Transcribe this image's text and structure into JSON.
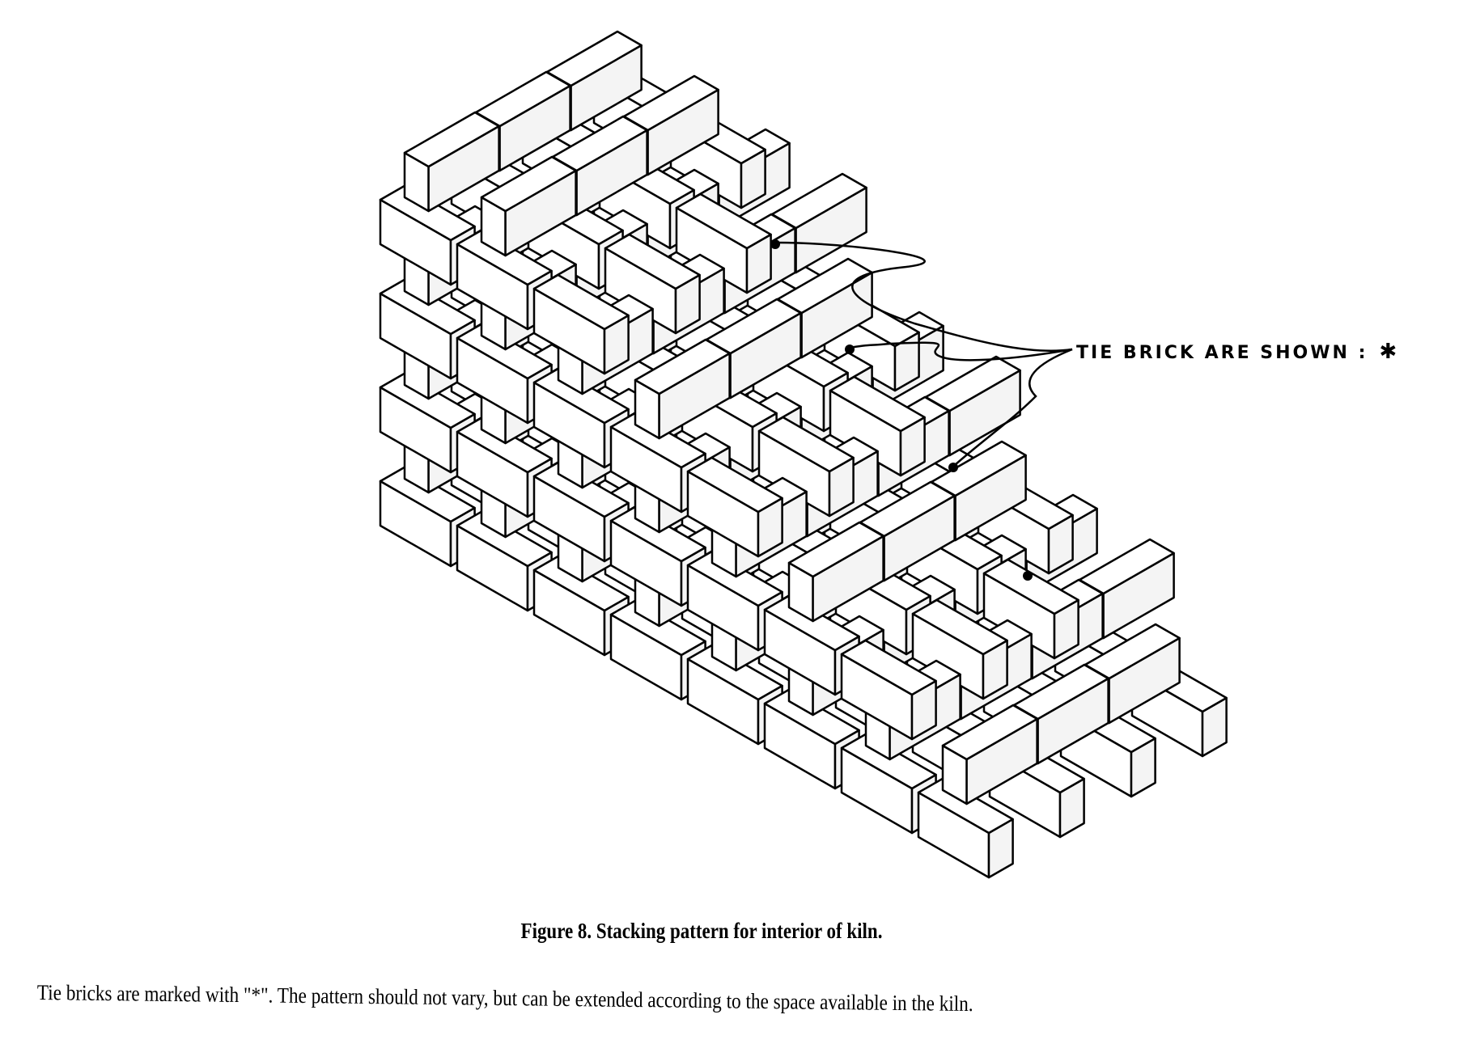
{
  "figure": {
    "annotation_label": "TIE BRICK ARE SHOWN :",
    "annotation_marker": "✱",
    "caption": "Figure 8. Stacking pattern for interior of kiln.",
    "note": "Tie bricks are marked with \"*\". The pattern should not vary, but can be extended according to the space available in the kiln."
  }
}
